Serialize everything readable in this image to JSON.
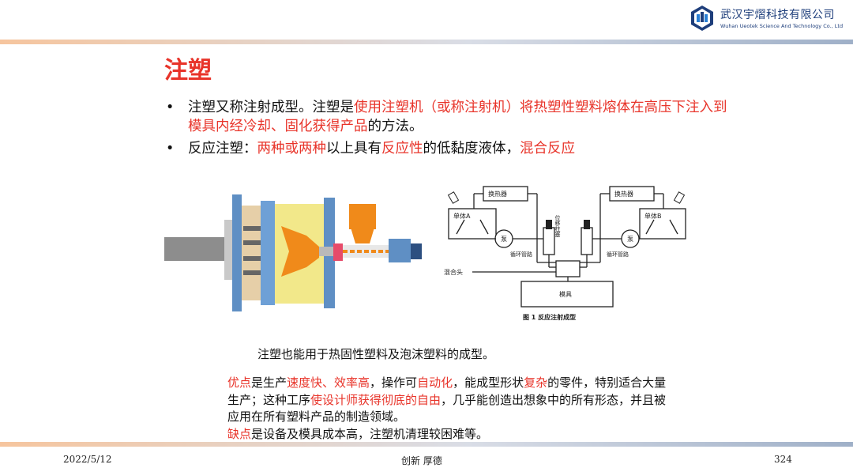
{
  "company": {
    "name_cn": "武汉宇熠科技有限公司",
    "name_en": "Wuhan Ueotek Science And Technology Co., Ltd",
    "logo_color": "#1e3e7b"
  },
  "slide": {
    "title": "注塑",
    "accent_color": "#e8342a",
    "bullets": [
      {
        "marker": "•",
        "segments": [
          {
            "text": "注塑又称注射成型。注塑是",
            "red": false
          },
          {
            "text": "使用注塑机（或称注射机）将热塑性塑料熔体在高压下注入到模具内经冷却、固化获得产品",
            "red": true
          },
          {
            "text": "的方法。",
            "red": false
          }
        ]
      },
      {
        "marker": "•",
        "segments": [
          {
            "text": "反应注塑：",
            "red": false
          },
          {
            "text": "两种或两种",
            "red": true
          },
          {
            "text": "以上具有",
            "red": false
          },
          {
            "text": "反应性",
            "red": true
          },
          {
            "text": "的低黏度液体，",
            "red": false
          },
          {
            "text": "混合反应",
            "red": true
          }
        ]
      }
    ],
    "figure2": {
      "labels": {
        "hx_left": "换热器",
        "hx_right": "换热器",
        "mono_a": "单体A",
        "mono_b": "单体B",
        "pump_left": "泵",
        "pump_right": "泵",
        "piston": "位移柱塞",
        "loop_left": "循环管路",
        "loop_right": "循环管路",
        "mixhead": "混合头",
        "mold": "模具",
        "caption": "图 1    反应注射成型"
      }
    },
    "note": "注塑也能用于热固性塑料及泡沫塑料的成型。",
    "paragraph": [
      {
        "text": "优点",
        "red": true
      },
      {
        "text": "是生产",
        "red": false
      },
      {
        "text": "速度快、效率高",
        "red": true
      },
      {
        "text": "，操作可",
        "red": false
      },
      {
        "text": "自动化",
        "red": true
      },
      {
        "text": "，能成型形状",
        "red": false
      },
      {
        "text": "复杂",
        "red": true
      },
      {
        "text": "的零件，特别适合大量生产；这种工序",
        "red": false
      },
      {
        "text": "使设计师获得彻底的自由",
        "red": true
      },
      {
        "text": "，几乎能创造出想象中的所有形态，并且被应用在所有塑料产品的制造领域。",
        "red": false
      },
      {
        "text": "\n",
        "red": false
      },
      {
        "text": "缺点",
        "red": true
      },
      {
        "text": "是设备及模具成本高，注塑机清理较困难等。",
        "red": false
      }
    ]
  },
  "footer": {
    "date": "2022/5/12",
    "center": "创新    厚德",
    "page": "324"
  }
}
